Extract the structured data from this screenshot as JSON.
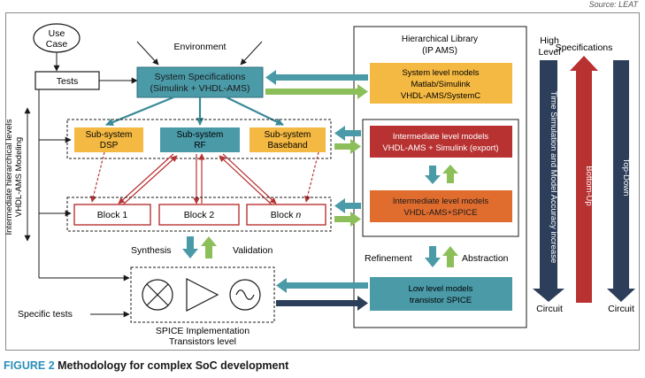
{
  "source": "Source: LEAT",
  "caption": {
    "figure_label": "FIGURE 2",
    "title": "Methodology for complex SoC development"
  },
  "colors": {
    "teal_box": "#4a9aa8",
    "orange_box": "#f4b942",
    "red_box": "#b83232",
    "orange_red_box": "#e06c2e",
    "navy_arrow": "#2c3e5a",
    "red_arrow": "#b83232",
    "green_arrow": "#8cbf5a",
    "teal_arrow": "#4a9aa8"
  },
  "left": {
    "use_case": "Use\nCase",
    "tests": "Tests",
    "environment": "Environment",
    "system_specs": [
      "System Specifications",
      "(Simulink + VHDL-AMS)"
    ],
    "side_label": [
      "Intermediate hierarchical levels",
      "VHDL-AMS Modeling"
    ],
    "subsystems": [
      {
        "label": [
          "Sub-system",
          "DSP"
        ]
      },
      {
        "label": [
          "Sub-system",
          "RF"
        ]
      },
      {
        "label": [
          "Sub-system",
          "Baseband"
        ]
      }
    ],
    "blocks": [
      {
        "label": "Block 1"
      },
      {
        "label": "Block 2"
      },
      {
        "label": "Block ",
        "italic": "n"
      }
    ],
    "synthesis": "Synthesis",
    "validation": "Validation",
    "specific_tests": "Specific tests",
    "spice_label": [
      "SPICE Implementation",
      "Transistors level"
    ]
  },
  "library": {
    "title": [
      "Hierarchical Library",
      "(IP AMS)"
    ],
    "system_models": [
      "System level models",
      "Matlab/Simulink",
      "VHDL-AMS/SystemC"
    ],
    "intermediate_top": [
      "Intermediate level models",
      "VHDL-AMS + Simulink (export)"
    ],
    "intermediate_bottom": [
      "Intermediate level models",
      "VHDL-AMS+SPICE"
    ],
    "refinement": "Refinement",
    "abstraction": "Abstraction",
    "low_level": [
      "Low level models",
      "transistor SPICE"
    ]
  },
  "right": {
    "high_level": [
      "High",
      "Level"
    ],
    "time_sim": "Time Simulation and Model Accuracy increase",
    "circuit_1": "Circuit",
    "specifications": "Specifications",
    "bottom_up": "Bottom-Up",
    "top_down": "Top-Down",
    "circuit_2": "Circuit"
  }
}
